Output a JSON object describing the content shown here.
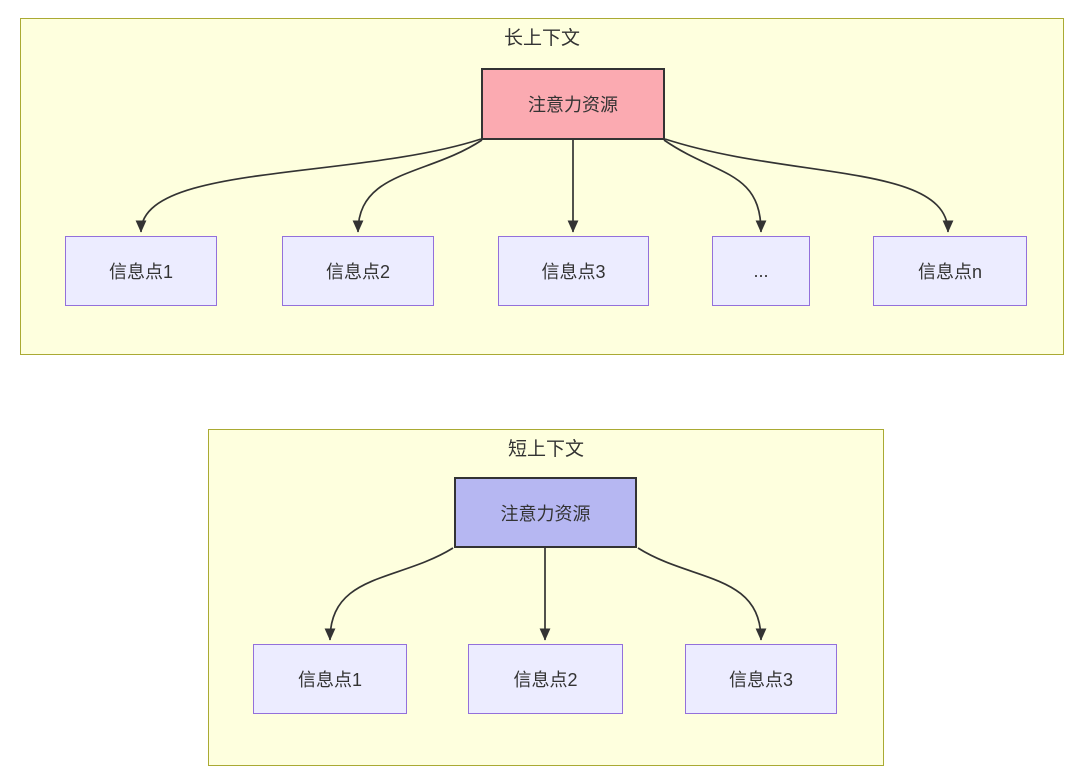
{
  "colors": {
    "page_background": "#ffffff",
    "cluster_fill": "#feffde",
    "cluster_border": "#aaaa33",
    "node_fill": "#ececff",
    "node_border": "#9370db",
    "attention_long_fill": "#fbaab1",
    "attention_short_fill": "#b6b7f2",
    "attention_border": "#333333",
    "edge_color": "#333333",
    "text_color": "#333333"
  },
  "long_context": {
    "title": "长上下文",
    "root_label": "注意力资源",
    "children": [
      "信息点1",
      "信息点2",
      "信息点3",
      "...",
      "信息点n"
    ]
  },
  "short_context": {
    "title": "短上下文",
    "root_label": "注意力资源",
    "children": [
      "信息点1",
      "信息点2",
      "信息点3"
    ]
  }
}
